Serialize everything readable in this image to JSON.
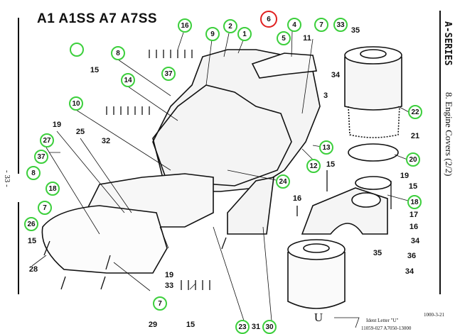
{
  "title": "A1 A1SS A7 A7SS",
  "series": "A-SERIES",
  "section": "8. Engine Covers (2/2)",
  "page_number": "- 33 -",
  "ident_letter": "U",
  "ident_caption": "Ident Letter \"U\"",
  "serials": "11059-027  A7050-13000",
  "footer_code": "1000-3-21",
  "colors": {
    "highlight_green": "#3ccf3c",
    "highlight_red": "#e02020"
  },
  "callouts_circled": [
    "16",
    "2",
    "9",
    "1",
    "6",
    "4",
    "7",
    "33",
    "",
    "8",
    "37",
    "14",
    "10",
    "5",
    "22",
    "13",
    "12",
    "20",
    "27",
    "37",
    "18",
    "8",
    "18",
    "7",
    "26",
    "24",
    "7",
    "23",
    "30"
  ],
  "callouts_plain": [
    "11",
    "35",
    "34",
    "15",
    "3",
    "21",
    "19",
    "25",
    "32",
    "15",
    "19",
    "15",
    "16",
    "17",
    "16",
    "34",
    "35",
    "36",
    "34",
    "15",
    "28",
    "29",
    "19",
    "33",
    "15",
    "31"
  ]
}
